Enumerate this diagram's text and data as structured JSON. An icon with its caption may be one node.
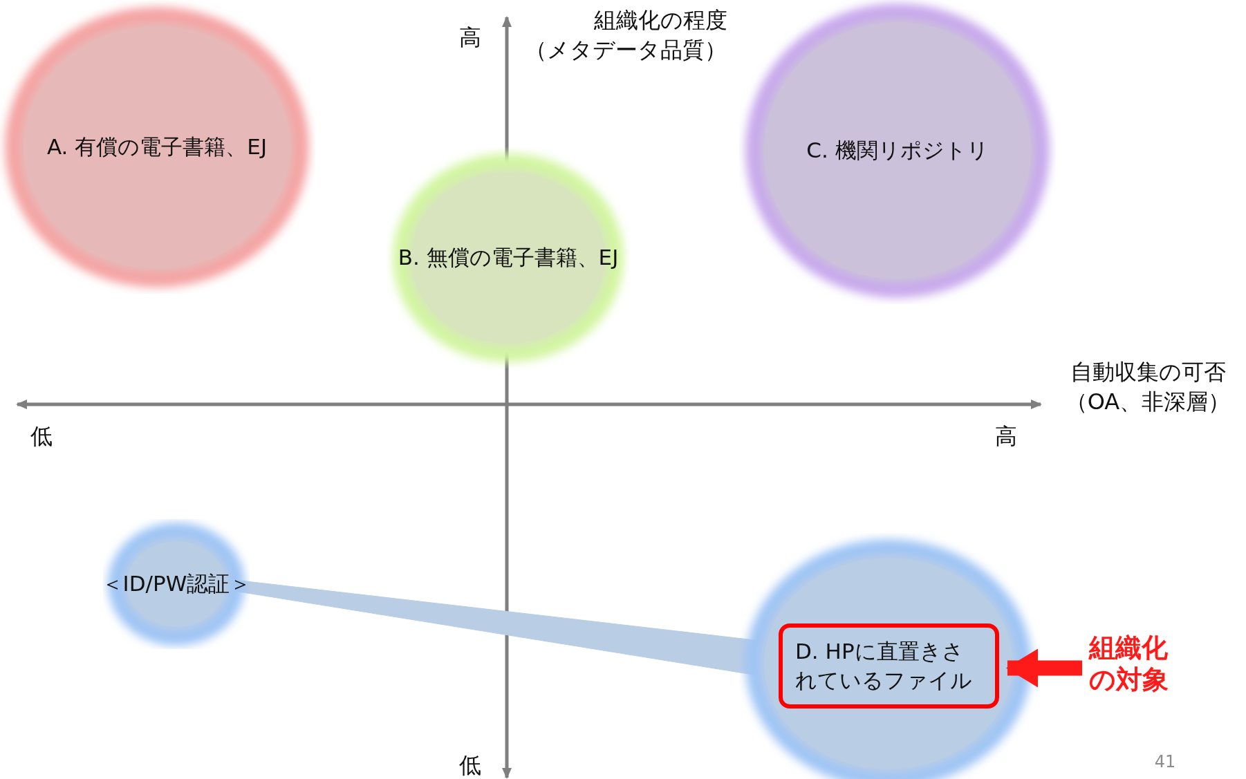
{
  "diagram": {
    "nodes": [
      {
        "text": [
          "A. 有償の電子書籍、EJ"
        ]
      },
      {
        "text": [
          "B. 無償の電子書籍、EJ"
        ]
      },
      {
        "text": [
          "C. 機関リポジトリ"
        ]
      },
      {
        "text": [
          "＜ID/PW認証＞"
        ]
      },
      {
        "text": [],
        "shape": "circle"
      },
      {
        "text": [
          "D. HPに直置きされているファイル"
        ],
        "in": 4
      },
      {
        "text": [
          "組織化の対象"
        ]
      }
    ],
    "edges": [
      {
        "from": 3,
        "to": 5,
        "arrow": "none"
      },
      {
        "from": 6,
        "to": 5,
        "arrow": "to",
        "color": "#ff1a1a"
      }
    ],
    "labels": [
      "組織化の程度（メタデータ品質）",
      "高",
      "自動収集の可否（OA、非深層）",
      "低",
      "高",
      "低",
      "41"
    ]
  }
}
